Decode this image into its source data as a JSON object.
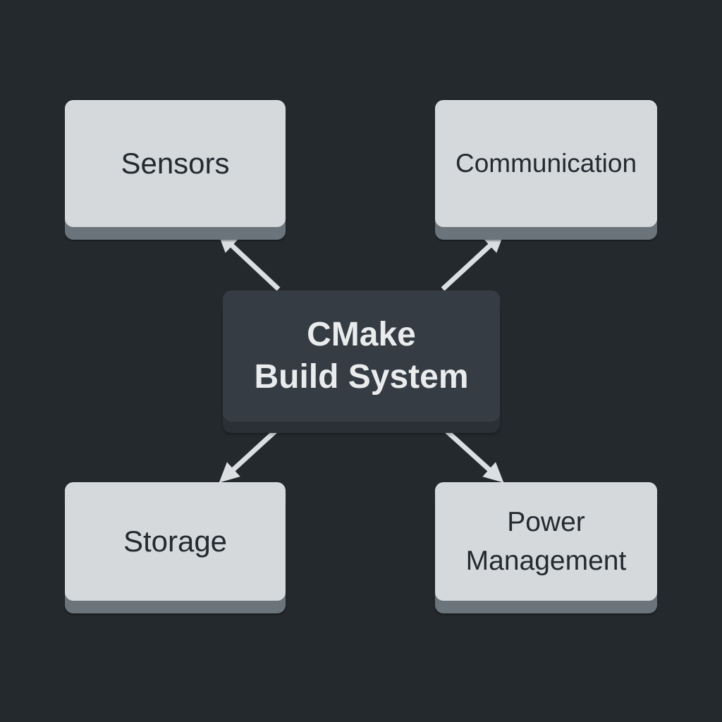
{
  "diagram": {
    "title": "CMake Build System component diagram",
    "colors": {
      "background": "#24292d",
      "node_light": "#d6d9dc",
      "node_light_text": "#232a30",
      "node_dark": "#353c43",
      "node_dark_text": "#e9ebed",
      "arrow": "#dcdfe2"
    },
    "center": {
      "id": "cmake",
      "line1": "CMake",
      "line2": "Build System"
    },
    "nodes": [
      {
        "id": "sensors",
        "label": "Sensors"
      },
      {
        "id": "communication",
        "label": "Communication"
      },
      {
        "id": "storage",
        "label": "Storage"
      },
      {
        "id": "power",
        "line1": "Power",
        "line2": "Management"
      }
    ],
    "edges": [
      {
        "from": "cmake",
        "to": "sensors",
        "direction": "up-left"
      },
      {
        "from": "cmake",
        "to": "communication",
        "direction": "up-right"
      },
      {
        "from": "cmake",
        "to": "storage",
        "direction": "down-left"
      },
      {
        "from": "cmake",
        "to": "power",
        "direction": "down-right"
      }
    ]
  }
}
